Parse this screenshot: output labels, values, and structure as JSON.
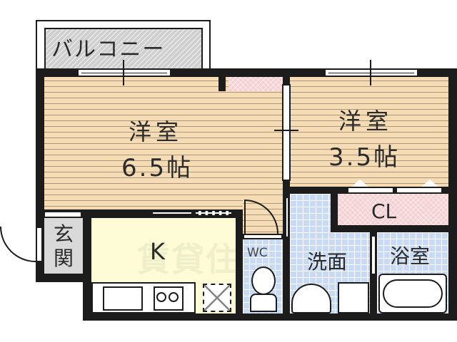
{
  "floorplan": {
    "balcony": {
      "label": "バルコニー"
    },
    "room_western_large": {
      "type": "洋室",
      "size": "6.5帖"
    },
    "room_western_small": {
      "type": "洋室",
      "size": "3.5帖"
    },
    "closet": {
      "label": "CL"
    },
    "entrance": {
      "label": "玄関"
    },
    "kitchen": {
      "label": "K"
    },
    "toilet": {
      "label": "WC"
    },
    "washroom": {
      "label": "洗面"
    },
    "bathroom": {
      "label": "浴室"
    },
    "watermark": "賃貸住"
  },
  "colors": {
    "wall": "#1c1c1c",
    "wood_floor": "#f6dcb5",
    "tile_floor": "#c8daf5",
    "storage": "#f5cfd2",
    "kitchen_floor": "#fdfcd6",
    "balcony": "#cfcfcf",
    "entrance_floor": "#d9d9d9"
  }
}
